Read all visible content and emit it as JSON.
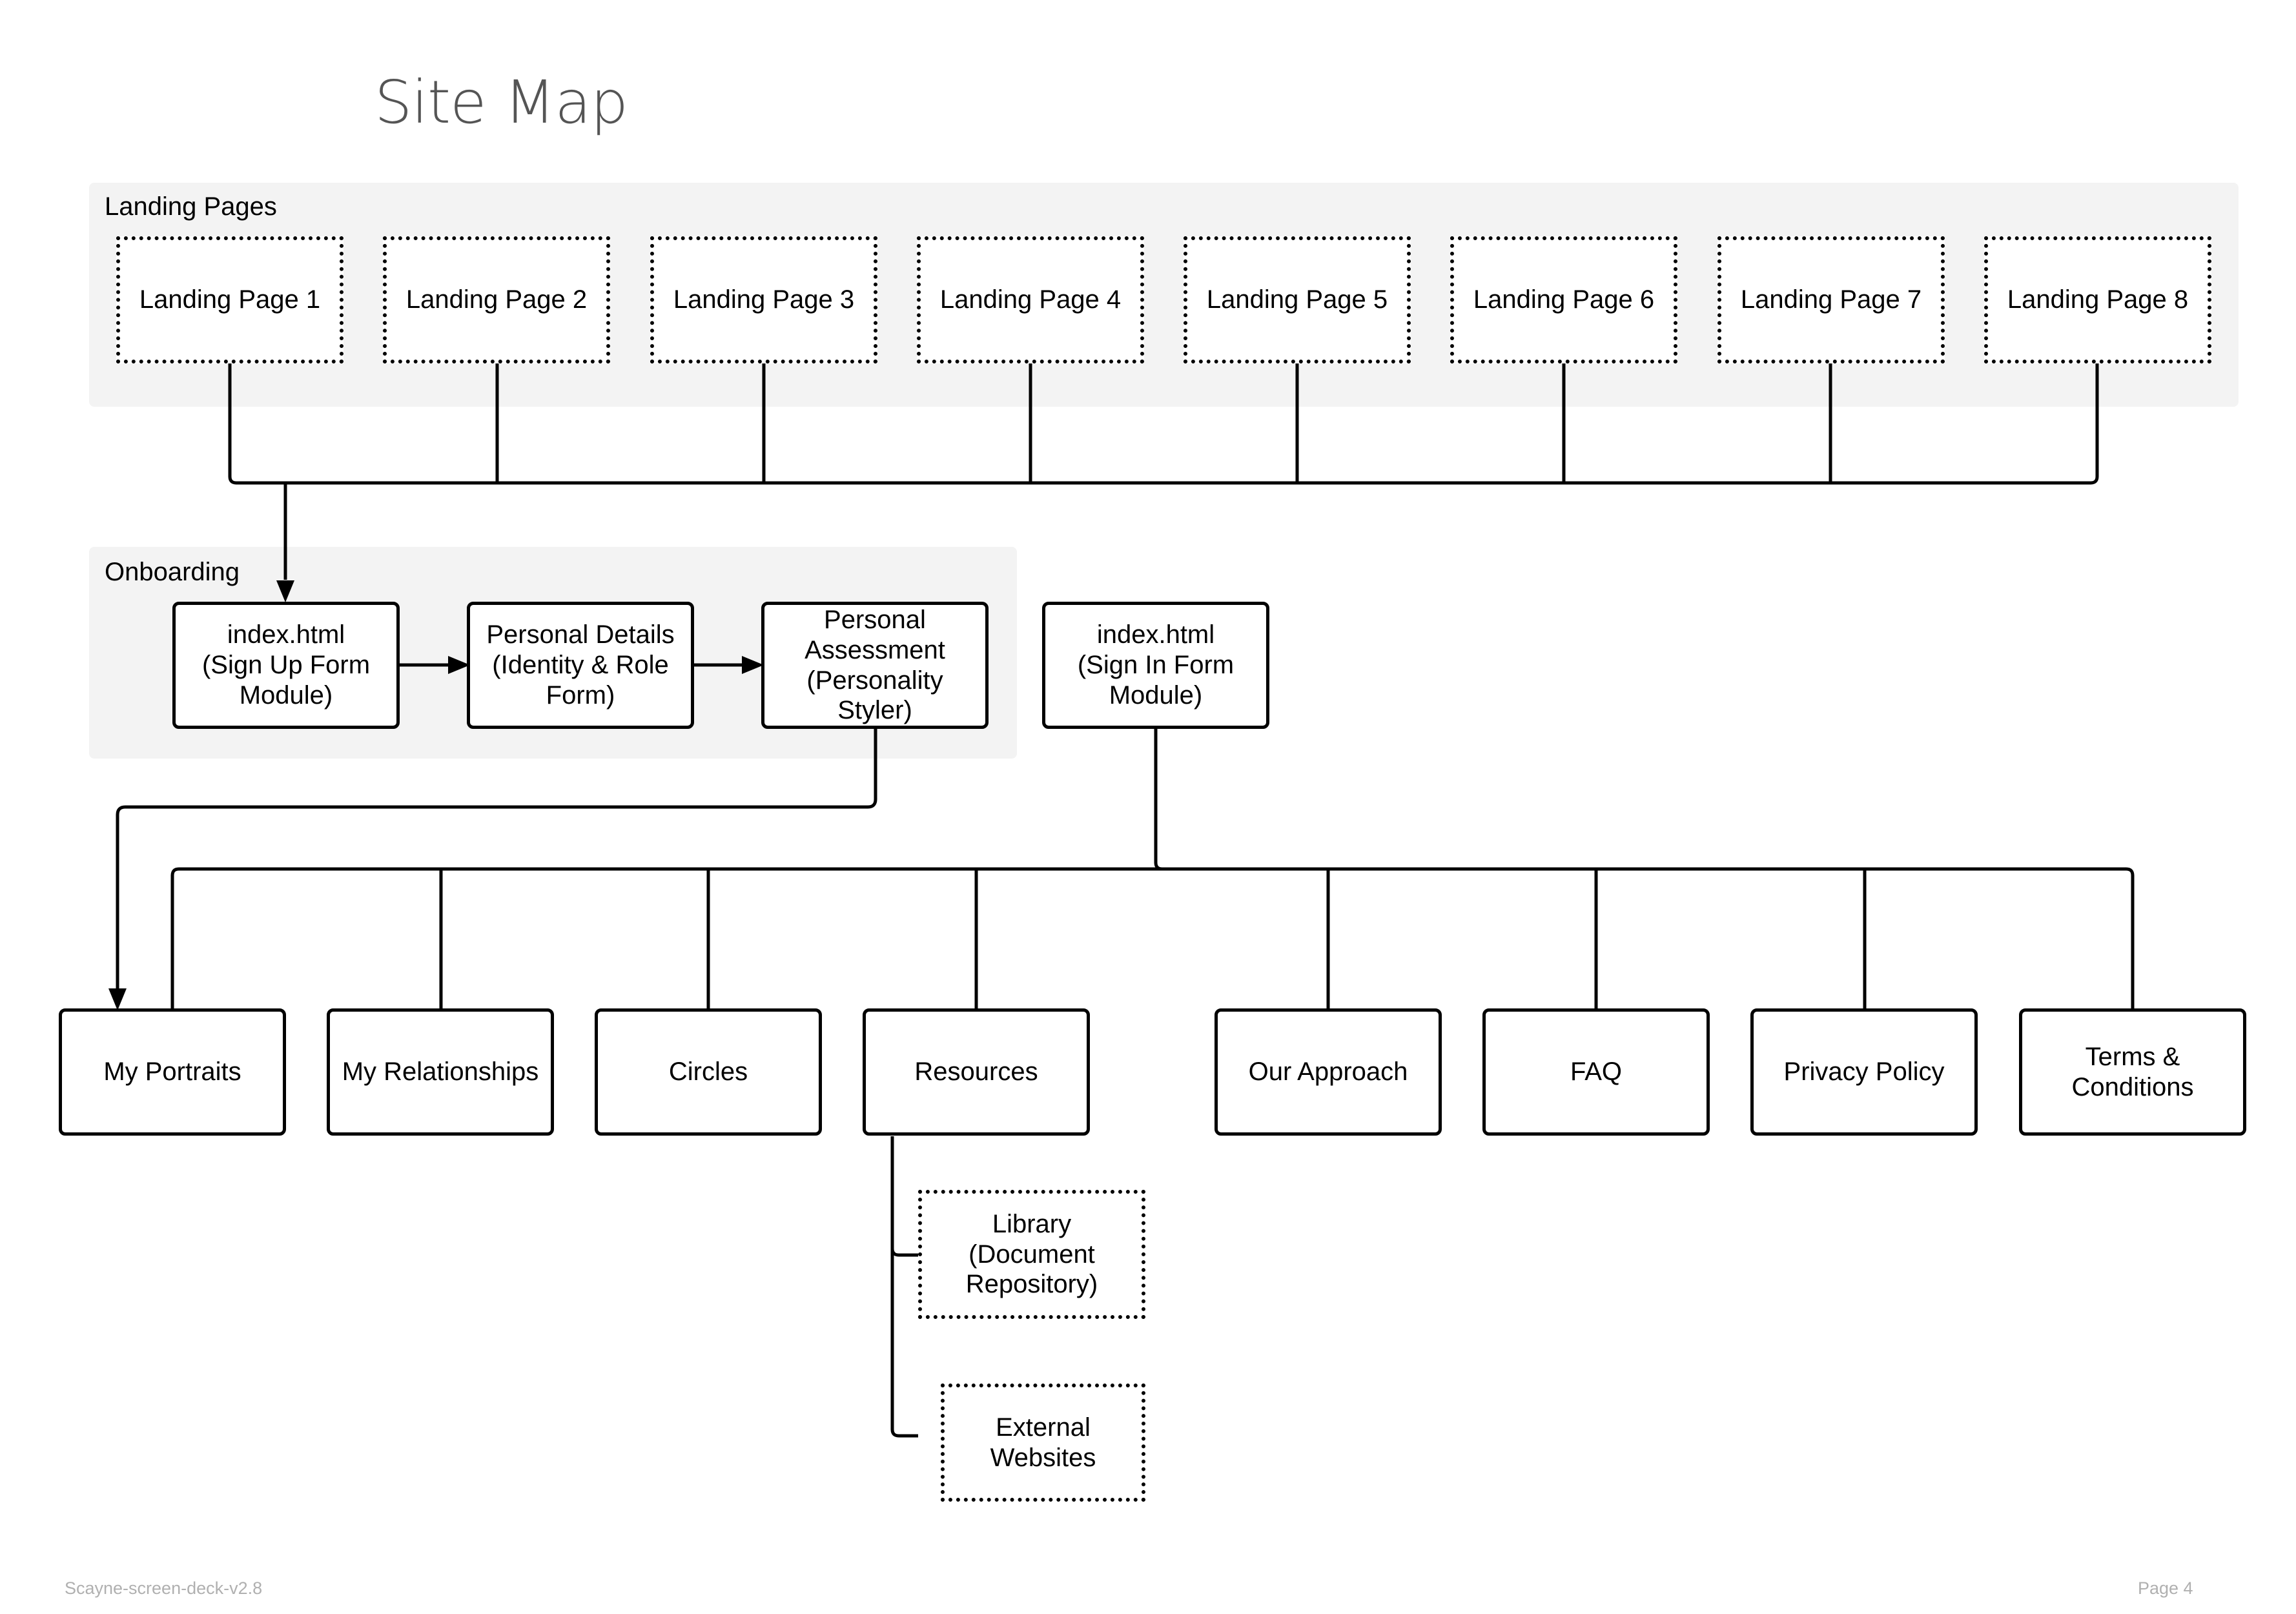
{
  "title": "Site Map",
  "groups": {
    "landing": {
      "label": "Landing Pages"
    },
    "onboarding": {
      "label": "Onboarding"
    }
  },
  "landing_pages": [
    "Landing Page 1",
    "Landing Page 2",
    "Landing Page 3",
    "Landing Page 4",
    "Landing Page 5",
    "Landing Page 6",
    "Landing Page 7",
    "Landing Page 8"
  ],
  "onboarding": {
    "signup": "index.html\n(Sign Up Form\nModule)",
    "personal_details": "Personal Details\n(Identity & Role\nForm)",
    "assessment": "Personal\nAssessment\n(Personality\nStyler)"
  },
  "signin": "index.html\n(Sign In Form\nModule)",
  "main_pages": [
    "My Portraits",
    "My Relationships",
    "Circles",
    "Resources",
    "Our Approach",
    "FAQ",
    "Privacy Policy",
    "Terms &\nConditions"
  ],
  "resources_children": {
    "library": "Library\n(Document\nRepository)",
    "external": "External\nWebsites"
  },
  "footer": {
    "left": "Scayne-screen-deck-v2.8",
    "right": "Page 4"
  }
}
